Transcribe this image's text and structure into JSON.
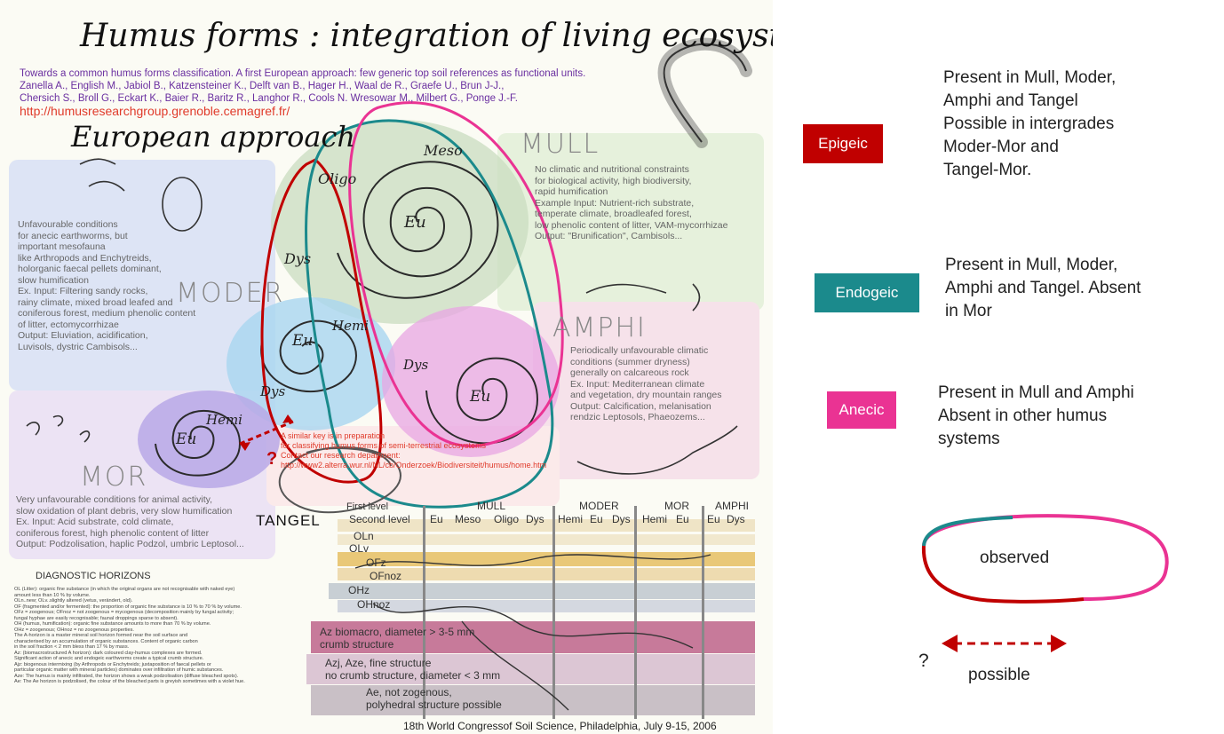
{
  "poster": {
    "title": "Humus forms : integration of living ecosystems",
    "ref_lines": [
      "Towards a common humus forms classification. A first European approach: few generic top soil references as functional units.",
      "Zanella A., English M., Jabiol B., Katzensteiner K., Delft van B., Hager H., Waal de R., Graefe U., Brun J-J.,",
      "Chersich S., Broll G., Eckart K., Baier R., Baritz R., Langhor R., Cools N. Wresowar M., Milbert G., Ponge J.-F."
    ],
    "url": "http://humusresearchgroup.grenoble.cemagref.fr/",
    "european": "European approach",
    "mull": {
      "label": "MULL",
      "text": "No climatic and nutritional constraints\nfor biological activity, high biodiversity,\n rapid humification\nExample Input: Nutrient-rich substrate,\ntemperate climate, broadleafed forest,\nlow phenolic content of litter, VAM-mycorrhizae\nOutput: \"Brunification\", Cambisols..."
    },
    "moder": {
      "label": "MODER",
      "text": "Unfavourable conditions\nfor anecic earthworms, but\nimportant mesofauna\nlike Arthropods and Enchytreids,\nholorganic faecal pellets dominant,\nslow humification\nEx. Input: Filtering sandy rocks,\nrainy climate, mixed broad leafed and\nconiferous forest, medium phenolic content\nof litter, ectomycorrhizae\nOutput: Eluviation, acidification,\nLuvisols, dystric Cambisols..."
    },
    "amphi": {
      "label": "AMPHI",
      "text": "Periodically unfavourable climatic\nconditions (summer dryness)\ngenerally on calcareous rock\nEx. Input: Mediterranean climate\nand vegetation, dry mountain ranges\nOutput: Calcification, melanisation\nrendzic Leptosols, Phaeozems..."
    },
    "mor": {
      "label": "MOR",
      "text": "Very unfavourable conditions for animal activity,\nslow oxidation of plant debris, very slow humification\nEx. Input: Acid substrate, cold climate,\nconiferous forest, high phenolic content of litter\nOutput: Podzolisation, haplic Podzol, umbric Leptosol..."
    },
    "spiral_labels": {
      "meso": "Meso",
      "oligo": "Oligo",
      "eu_mull": "Eu",
      "dys_mull": "Dys",
      "hemi_moder": "Hemi",
      "eu_moder": "Eu",
      "dys_moder": "Dys",
      "dys_amphi": "Dys",
      "eu_amphi": "Eu",
      "hemi_mor": "Hemi",
      "eu_mor": "Eu"
    },
    "tangel": "TANGEL",
    "red_note": "A similar key is in preparation\nfor classifying humus forms of semi-terrestrial ecosystems\nContact our research department:\nhttp://www2.alterra.wur.nl/NL/cb/Onderzoek/Biodiversiteit/humus/home.htm",
    "diag_title": "DIAGNOSTIC HORIZONS",
    "diag_text": "OL (Litter): organic fine substance (in which the original organs are not recognisable with naked eye)\namount less than 10 % by volume.\n   OLn..new; OLv..slightly altered (vetus, verändert, old).\nOF (fragmented and/or fermented): the proportion of organic fine substance is 10 % to 70 % by volume.\n   OFz = zoogenous; OFnoz = not zoogenous = mycogenous (decomposition mainly by fungal activity;\n      fungal hyphae are easily recognisable; faunal droppings sparse to absent).\nOH (humus, humification): organic fine substance amounts to more than 70 % by volume.\n   OHz = zoogenous; OHnoz = no zoogenous properties.\nThe A-horizon is a master mineral soil horizon formed near the soil surface and\ncharacterised by an accumulation of organic substances. Content of organic carbon\nin the soil fraction < 2 mm bless than 17 % by mass.\nAz: (biomacrostructured A horizon): dark coloured clay-humus complexes are formed.\n   Significant action of anecic and endogeic earthworms create a typical crumb structure.\nAjz: biogenous intermixing (by Arthropods or Enchytreids; juxtaposition of faecal pellets or\n      particular organic matter with mineral particles) dominates over infiltration of humic substances.\nAze: The humus is mainly infiltrated, the horizon shows a weak podzolisation (diffuse bleached spots).\nAe: The Ae horizon is podzolised, the colour of the bleached parts is greyish sometimes with a violet hue.",
    "table_head": {
      "first_level": "First level",
      "second_level": "Second level",
      "groups": [
        "MULL",
        "MODER",
        "MOR",
        "AMPHI"
      ],
      "subs": [
        "Eu",
        "Meso",
        "Oligo",
        "Dys",
        "Hemi",
        "Eu",
        "Dys",
        "Hemi",
        "Eu",
        "Eu",
        "Dys"
      ]
    },
    "horizons": {
      "oln": "OLn",
      "olv": "OLv",
      "ofz": "OFz",
      "ofnoz": "OFnoz",
      "ohz": "OHz",
      "ohnoz": "OHnoz",
      "az": "Az biomacro, diameter > 3-5 mm\ncrumb structure",
      "ajz": "Azj, Aze, fine structure\nno crumb structure, diameter < 3 mm",
      "ae": "Ae, not zogenous,\npolyhedral structure possible"
    },
    "congress": "18th World Congressof Soil Science, Philadelphia, July 9-15, 2006",
    "question_mark": "?"
  },
  "legend": {
    "epigeic": {
      "label": "Epigeic",
      "color": "#c00000",
      "text": "Present in Mull, Moder,\nAmphi and Tangel\nPossible in intergrades\nModer-Mor and\nTangel-Mor."
    },
    "endogeic": {
      "label": "Endogeic",
      "color": "#1b8a8c",
      "text": "Present in Mull, Moder,\nAmphi and Tangel. Absent\nin Mor"
    },
    "anecic": {
      "label": "Anecic",
      "color": "#ea3393",
      "text": "Present in Mull  and Amphi\nAbsent in other humus\nsystems"
    },
    "observed": "observed",
    "question": "?",
    "possible": "possible"
  }
}
